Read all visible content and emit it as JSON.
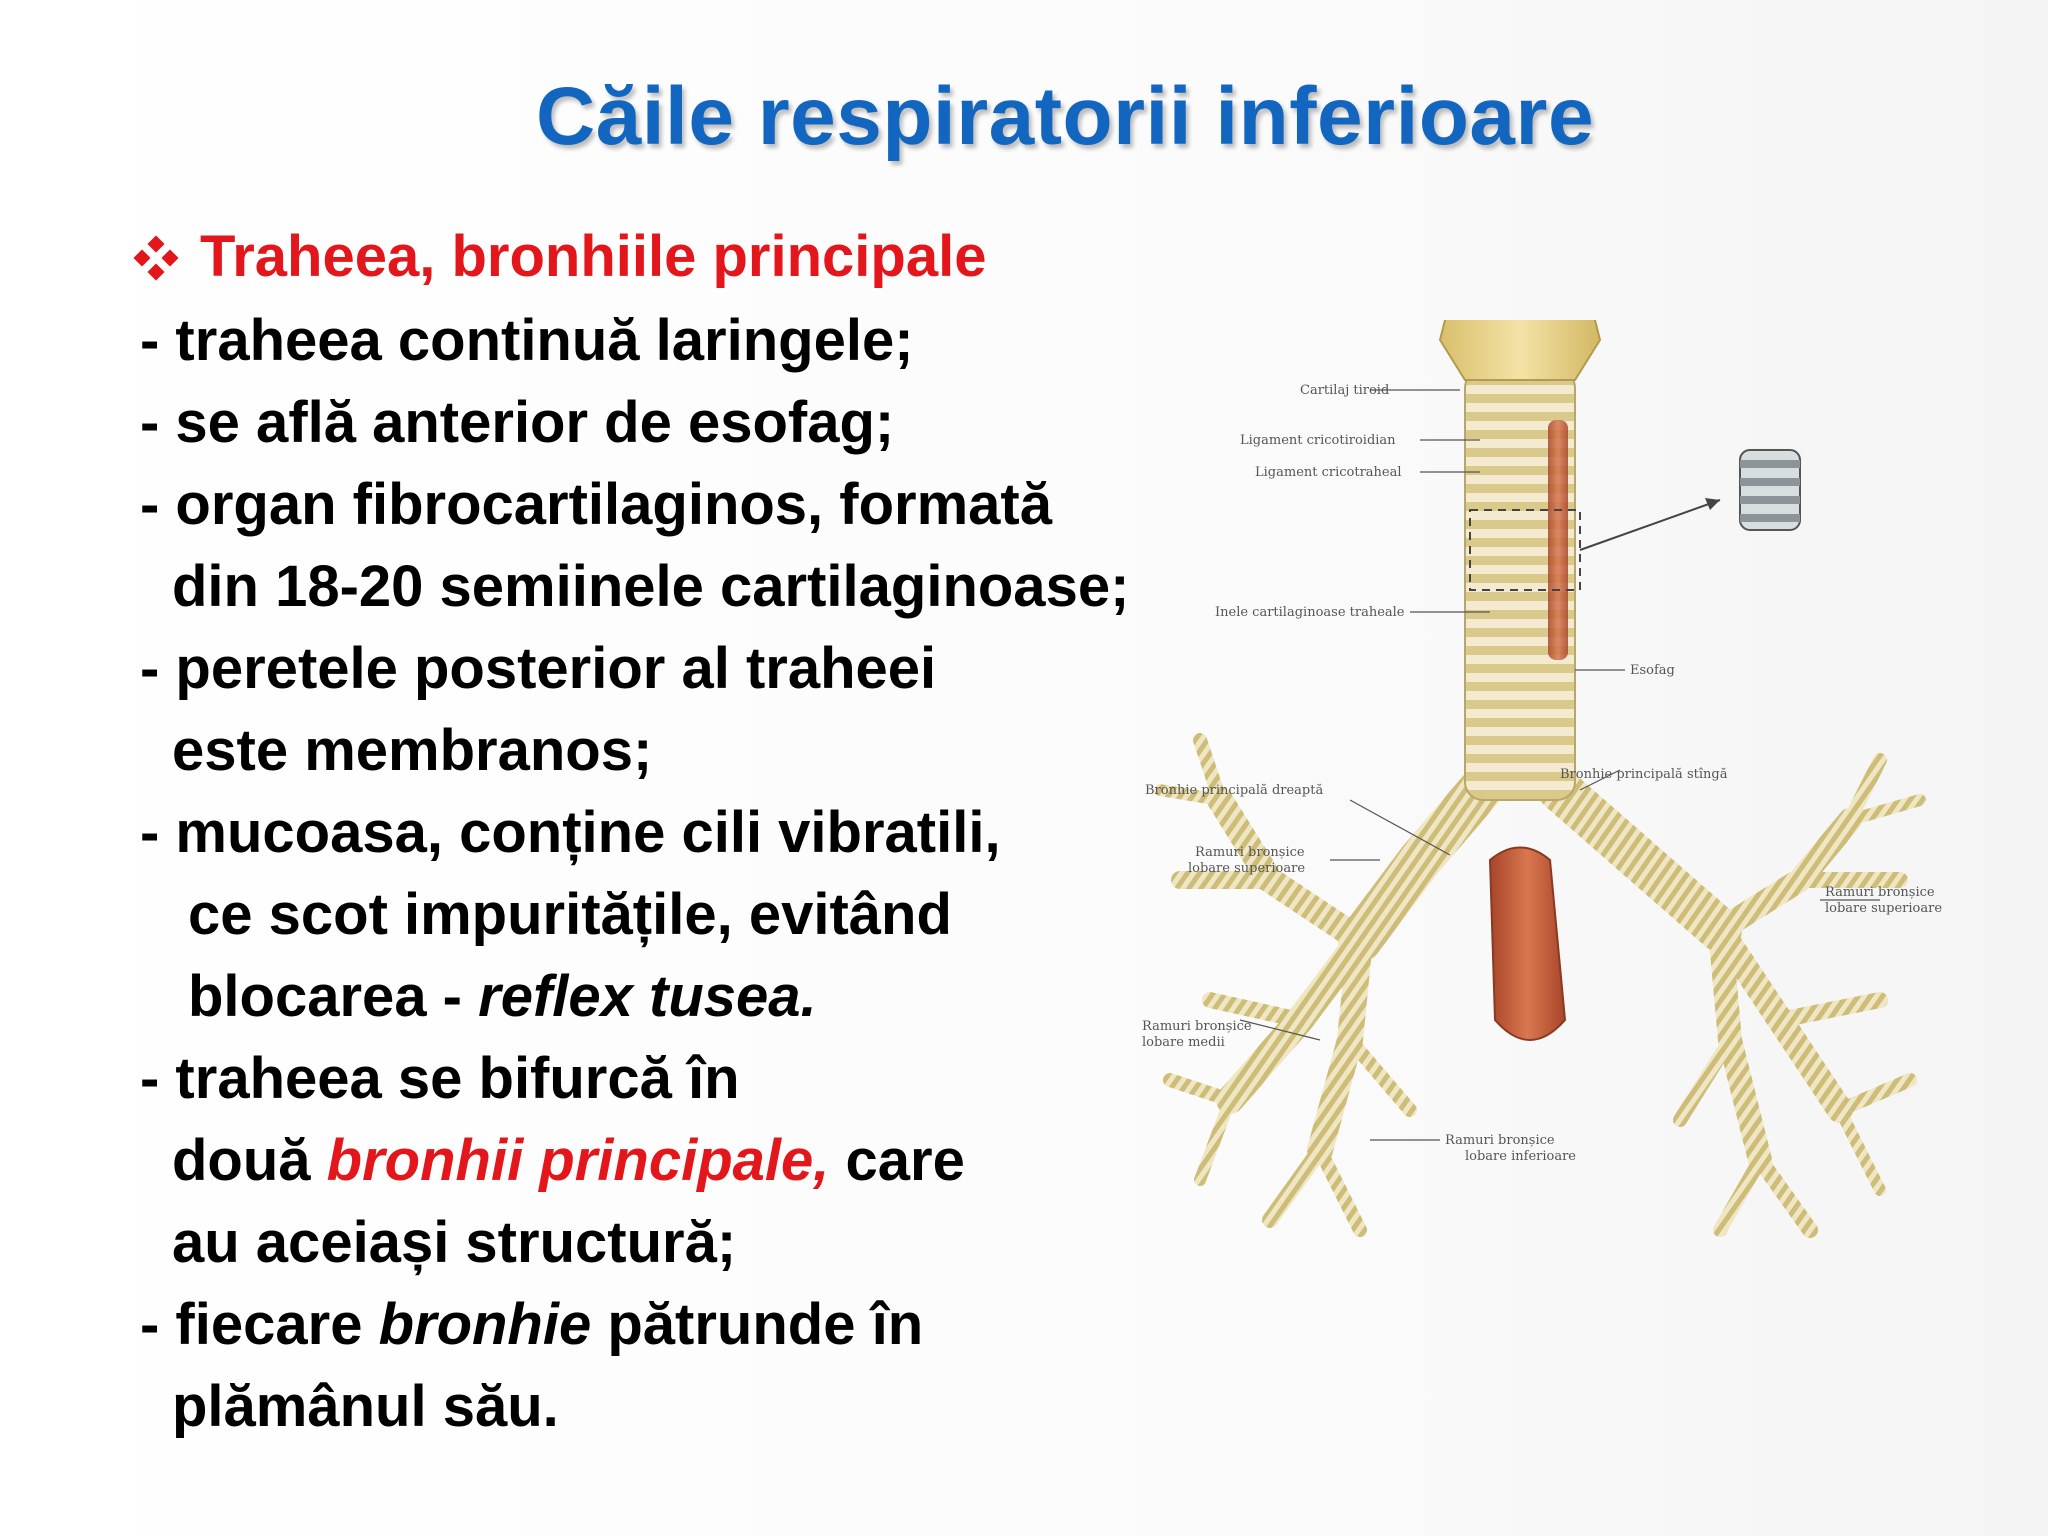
{
  "slide": {
    "title": "Căile respiratorii inferioare",
    "heading": "Traheea, bronhiile principale",
    "lines": {
      "l1": "- traheea continuă laringele;",
      "l2": "- se află anterior de esofag;",
      "l3": "- organ fibrocartilaginos, formată",
      "l4": "din 18-20 semiinele cartilaginoase;",
      "l5": "- peretele posterior al traheei",
      "l6": "este membranos;",
      "l7": "- mucoasa, conține cili vibratili,",
      "l8": "ce scot impuritățile, evitând",
      "l9a": "blocarea - ",
      "l9b": "reflex tusea.",
      "l10": "- traheea se bifurcă în",
      "l11a": "două ",
      "l11b": "bronhii principale,",
      "l11c": " care",
      "l12": "au aceiași structură;",
      "l13a": "- fiecare ",
      "l13b": "bronhie",
      "l13c": " pătrunde în",
      "l14": "plămânul său."
    }
  },
  "figure": {
    "labels": {
      "cartilaj_tiroid": "Cartilaj tiroid",
      "lig_cricotiroidian": "Ligament cricotiroidian",
      "lig_cricotraheal": "Ligament cricotraheal",
      "inele": "Inele cartilaginoase traheale",
      "esofag": "Esofag",
      "bronhie_dreapta": "Bronhie principală dreaptă",
      "bronhie_stinga": "Bronhie principală stîngă",
      "ramuri_sup_st_1": "Ramuri bronșice",
      "ramuri_sup_st_2": "lobare superioare",
      "ramuri_sup_dr_1": "Ramuri bronșice",
      "ramuri_sup_dr_2": "lobare superioare",
      "ramuri_medii_1": "Ramuri bronșice",
      "ramuri_medii_2": "lobare medii",
      "ramuri_inf_1": "Ramuri bronșice",
      "ramuri_inf_2": "lobare inferioare"
    },
    "colors": {
      "cartilage": "#e9d9a0",
      "cartilage_dark": "#b7a76a",
      "esophagus": "#c8623a"
    }
  }
}
